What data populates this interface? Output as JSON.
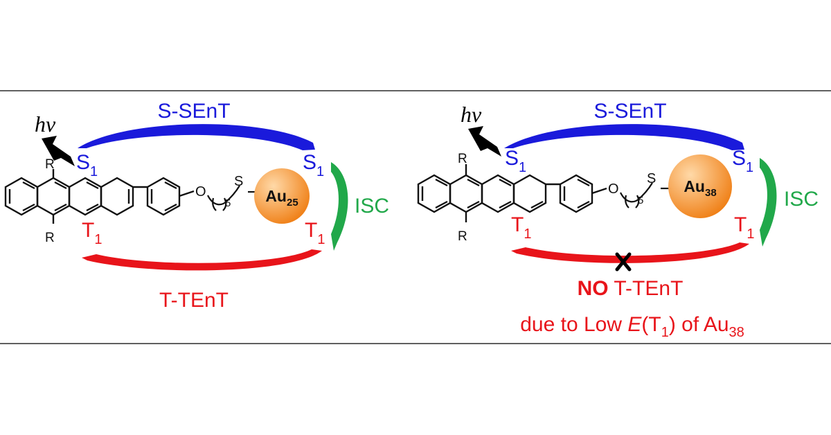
{
  "colors": {
    "singlet": "#1a1adb",
    "triplet": "#e8141a",
    "isc": "#21a84a",
    "gold_light": "#ffd9a8",
    "gold_dark": "#ef7d12",
    "ink": "#111111"
  },
  "panels": [
    {
      "hv": "hν",
      "top_arrow_label": "S-SEnT",
      "donor_singlet": "S",
      "donor_singlet_sub": "1",
      "acceptor_singlet": "S",
      "acceptor_singlet_sub": "1",
      "donor_triplet": "T",
      "donor_triplet_sub": "1",
      "acceptor_triplet": "T",
      "acceptor_triplet_sub": "1",
      "isc_label": "ISC",
      "substituent_top": "R",
      "substituent_bottom": "R",
      "oxygen": "O",
      "chain_sub": "5",
      "sulfur": "S",
      "cluster_main": "Au",
      "cluster_sub": "25",
      "bottom_label": "T-TEnT"
    },
    {
      "hv": "hν",
      "top_arrow_label": "S-SEnT",
      "donor_singlet": "S",
      "donor_singlet_sub": "1",
      "acceptor_singlet": "S",
      "acceptor_singlet_sub": "1",
      "donor_triplet": "T",
      "donor_triplet_sub": "1",
      "acceptor_triplet": "T",
      "acceptor_triplet_sub": "1",
      "isc_label": "ISC",
      "substituent_top": "R",
      "substituent_bottom": "R",
      "oxygen": "O",
      "chain_sub": "5",
      "sulfur": "S",
      "cluster_main": "Au",
      "cluster_sub": "38",
      "bottom_no": "NO",
      "bottom_label": " T-TEnT",
      "reason_prefix": "due to Low ",
      "reason_e": "E",
      "reason_paren_open": "(T",
      "reason_t_sub": "1",
      "reason_paren_close": ") of Au",
      "reason_au_sub": "38"
    }
  ]
}
